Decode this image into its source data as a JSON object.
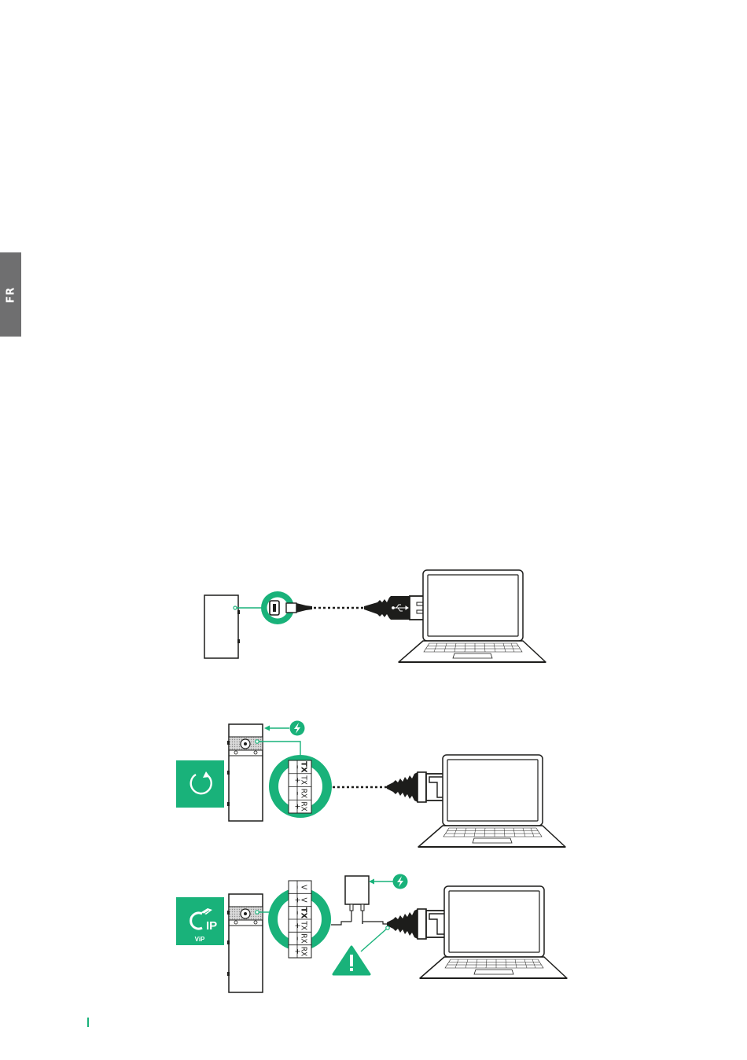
{
  "sidebar": {
    "language_tab": "FR"
  },
  "colors": {
    "accent": "#19b27a",
    "tab_gray": "#6f6f70",
    "line": "#1d1d1b"
  },
  "diagram_usb": {
    "connector_icon": "usb-icon",
    "devices": [
      "interface-module",
      "laptop"
    ]
  },
  "diagram_2wire": {
    "system_icon": "two-wire-loop-icon",
    "terminals": [
      {
        "symbol": "–",
        "label": "TX"
      },
      {
        "symbol": "+",
        "label": "TX"
      },
      {
        "symbol": "–",
        "label": "RX"
      },
      {
        "symbol": "+",
        "label": "RX"
      }
    ],
    "power_icon": "lightning-icon"
  },
  "diagram_ip": {
    "system_icon": "ip-network-icon",
    "badge_text": "IP",
    "badge_caption": "ViP",
    "terminals": [
      {
        "symbol": "–",
        "label": "V"
      },
      {
        "symbol": "+",
        "label": "V"
      },
      {
        "symbol": "–",
        "label": "TX"
      },
      {
        "symbol": "+",
        "label": "TX"
      },
      {
        "symbol": "–",
        "label": "RX"
      },
      {
        "symbol": "+",
        "label": "RX"
      }
    ],
    "power_icon": "lightning-icon",
    "warning_icon": "warning-icon"
  }
}
